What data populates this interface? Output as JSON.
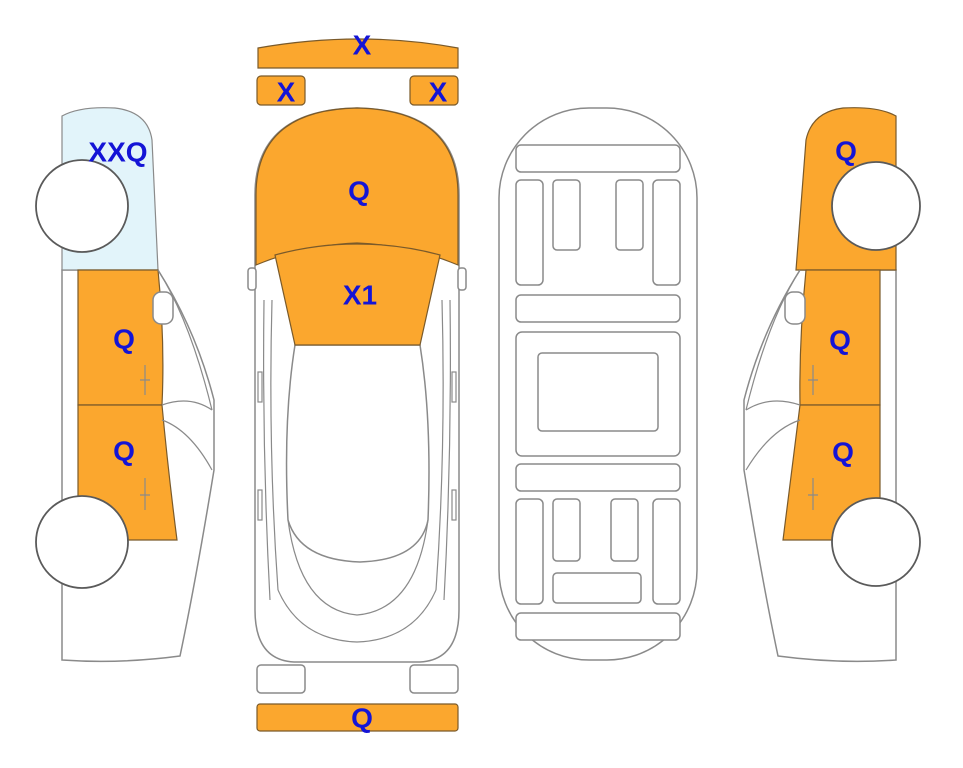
{
  "colors": {
    "damage": "#FBA72E",
    "glass": "#E2F4FA",
    "label": "#1414D6",
    "outline": "#8a8a8a"
  },
  "parts": {
    "front_bumper": {
      "code": "X"
    },
    "front_left_lamp": {
      "code": "X"
    },
    "front_right_lamp": {
      "code": "X"
    },
    "hood": {
      "code": "Q"
    },
    "windshield": {
      "code": "X1"
    },
    "rear_bumper": {
      "code": "Q"
    },
    "left_front_fender": {
      "code": "XXQ"
    },
    "left_front_door": {
      "code": "Q"
    },
    "left_rear_door": {
      "code": "Q"
    },
    "right_front_fender": {
      "code": "Q"
    },
    "right_front_door": {
      "code": "Q"
    },
    "right_rear_door": {
      "code": "Q"
    }
  }
}
